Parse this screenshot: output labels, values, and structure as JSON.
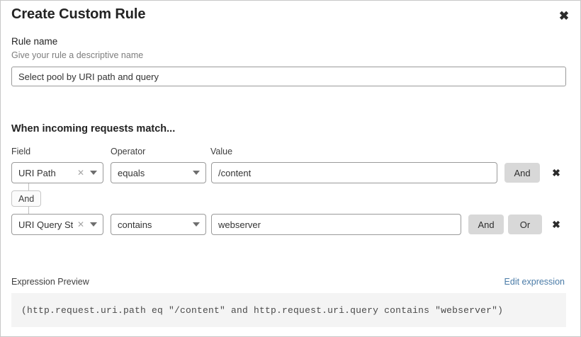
{
  "dialog": {
    "title": "Create Custom Rule",
    "close_icon": "close-icon"
  },
  "rule_name": {
    "label": "Rule name",
    "description": "Give your rule a descriptive name",
    "value": "Select pool by URI path and query",
    "placeholder": "Rule name"
  },
  "match_section": {
    "heading": "When incoming requests match...",
    "columns": {
      "field": "Field",
      "operator": "Operator",
      "value": "Value"
    },
    "connector": {
      "label": "And"
    },
    "rows": [
      {
        "field": "URI Path",
        "clear_icon": "close-small-icon",
        "caret_icon": "chevron-down-icon",
        "operator": "equals",
        "value": "/content",
        "value_placeholder": "Value",
        "and_label": "And",
        "delete_icon": "close-icon"
      },
      {
        "field": "URI Query St...",
        "clear_icon": "close-small-icon",
        "caret_icon": "chevron-down-icon",
        "operator": "contains",
        "value": "webserver",
        "value_placeholder": "Value",
        "and_label": "And",
        "or_label": "Or",
        "delete_icon": "close-icon"
      }
    ]
  },
  "expression": {
    "label": "Expression Preview",
    "edit_link": "Edit expression",
    "code": "(http.request.uri.path eq \"/content\" and http.request.uri.query contains \"webserver\")"
  },
  "colors": {
    "link": "#4a7ba7",
    "chip_bg": "#d8d8d8",
    "code_bg": "#f4f4f4",
    "border": "#9a9a9a"
  }
}
